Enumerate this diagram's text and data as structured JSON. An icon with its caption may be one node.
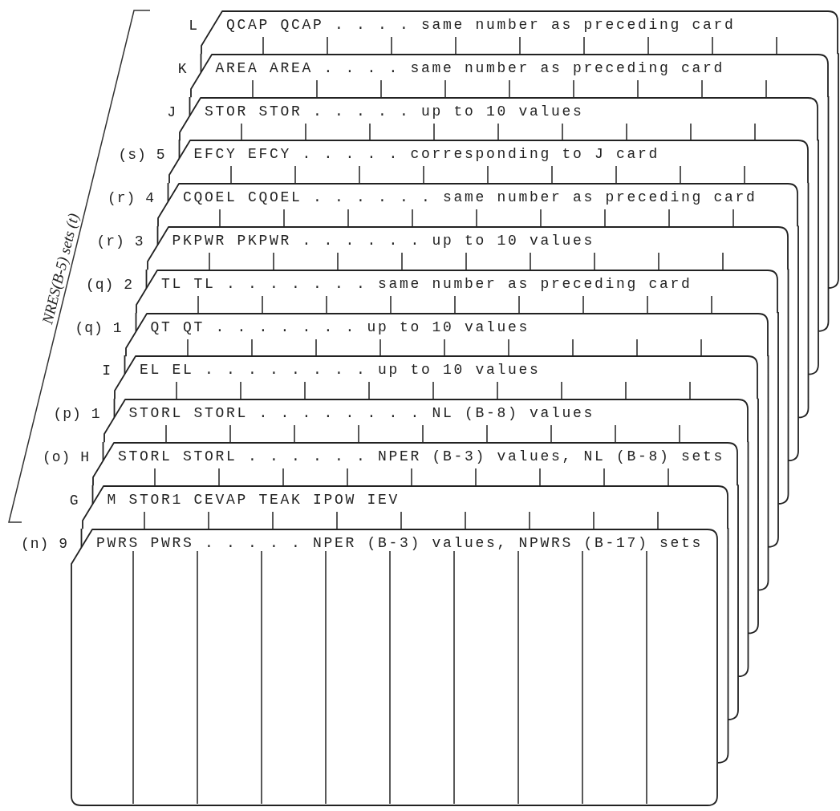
{
  "diagram": {
    "nodes": [
      {
        "text": [
          "QCAP QCAP . . . . same number as preceding card"
        ],
        "beside": [
          "L"
        ]
      },
      {
        "text": [
          "AREA AREA . . . . same number as preceding card"
        ],
        "beside": [
          "K"
        ]
      },
      {
        "text": [
          "STOR STOR . . . . . up to 10 values"
        ],
        "beside": [
          "J"
        ]
      },
      {
        "text": [
          "EFCY EFCY . . . . . corresponding to J card"
        ],
        "beside": [
          "(s) 5"
        ]
      },
      {
        "text": [
          "CQOEL CQOEL . . . . . . same number as preceding card"
        ],
        "beside": [
          "(r) 4"
        ]
      },
      {
        "text": [
          "PKPWR PKPWR . . . . . . up to 10 values"
        ],
        "beside": [
          "(r) 3"
        ]
      },
      {
        "text": [
          "TL TL . . . . . . . same number as preceding card"
        ],
        "beside": [
          "(q) 2"
        ]
      },
      {
        "text": [
          "QT QT . . . . . . . up to 10 values"
        ],
        "beside": [
          "(q) 1"
        ]
      },
      {
        "text": [
          "EL EL . . . . . . . . up to 10 values"
        ],
        "beside": [
          "I"
        ]
      },
      {
        "text": [
          "STORL STORL . . . . . . . . NL (B-8) values"
        ],
        "beside": [
          "(p) 1"
        ]
      },
      {
        "text": [
          "STORL STORL . . . . . . NPER (B-3) values, NL (B-8) sets"
        ],
        "beside": [
          "(o) H"
        ]
      },
      {
        "text": [
          "M STOR1 CEVAP TEAK IPOW IEV"
        ],
        "beside": [
          "G"
        ]
      },
      {
        "text": [
          "PWRS PWRS . . . . . NPER (B-3) values, NPWRS (B-17) sets"
        ],
        "beside": [
          "(n) 9"
        ]
      }
    ],
    "labels": [
      "NRES(B-5) sets (t)"
    ]
  }
}
